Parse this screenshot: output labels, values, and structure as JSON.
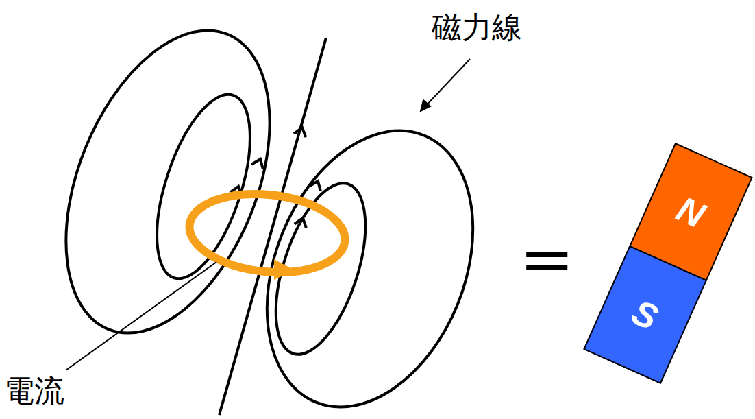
{
  "diagram": {
    "nodes": [
      {
        "text": [
          "N"
        ]
      },
      {
        "text": [
          "S"
        ]
      }
    ],
    "labels": [
      "磁力線",
      "電流",
      "="
    ]
  }
}
